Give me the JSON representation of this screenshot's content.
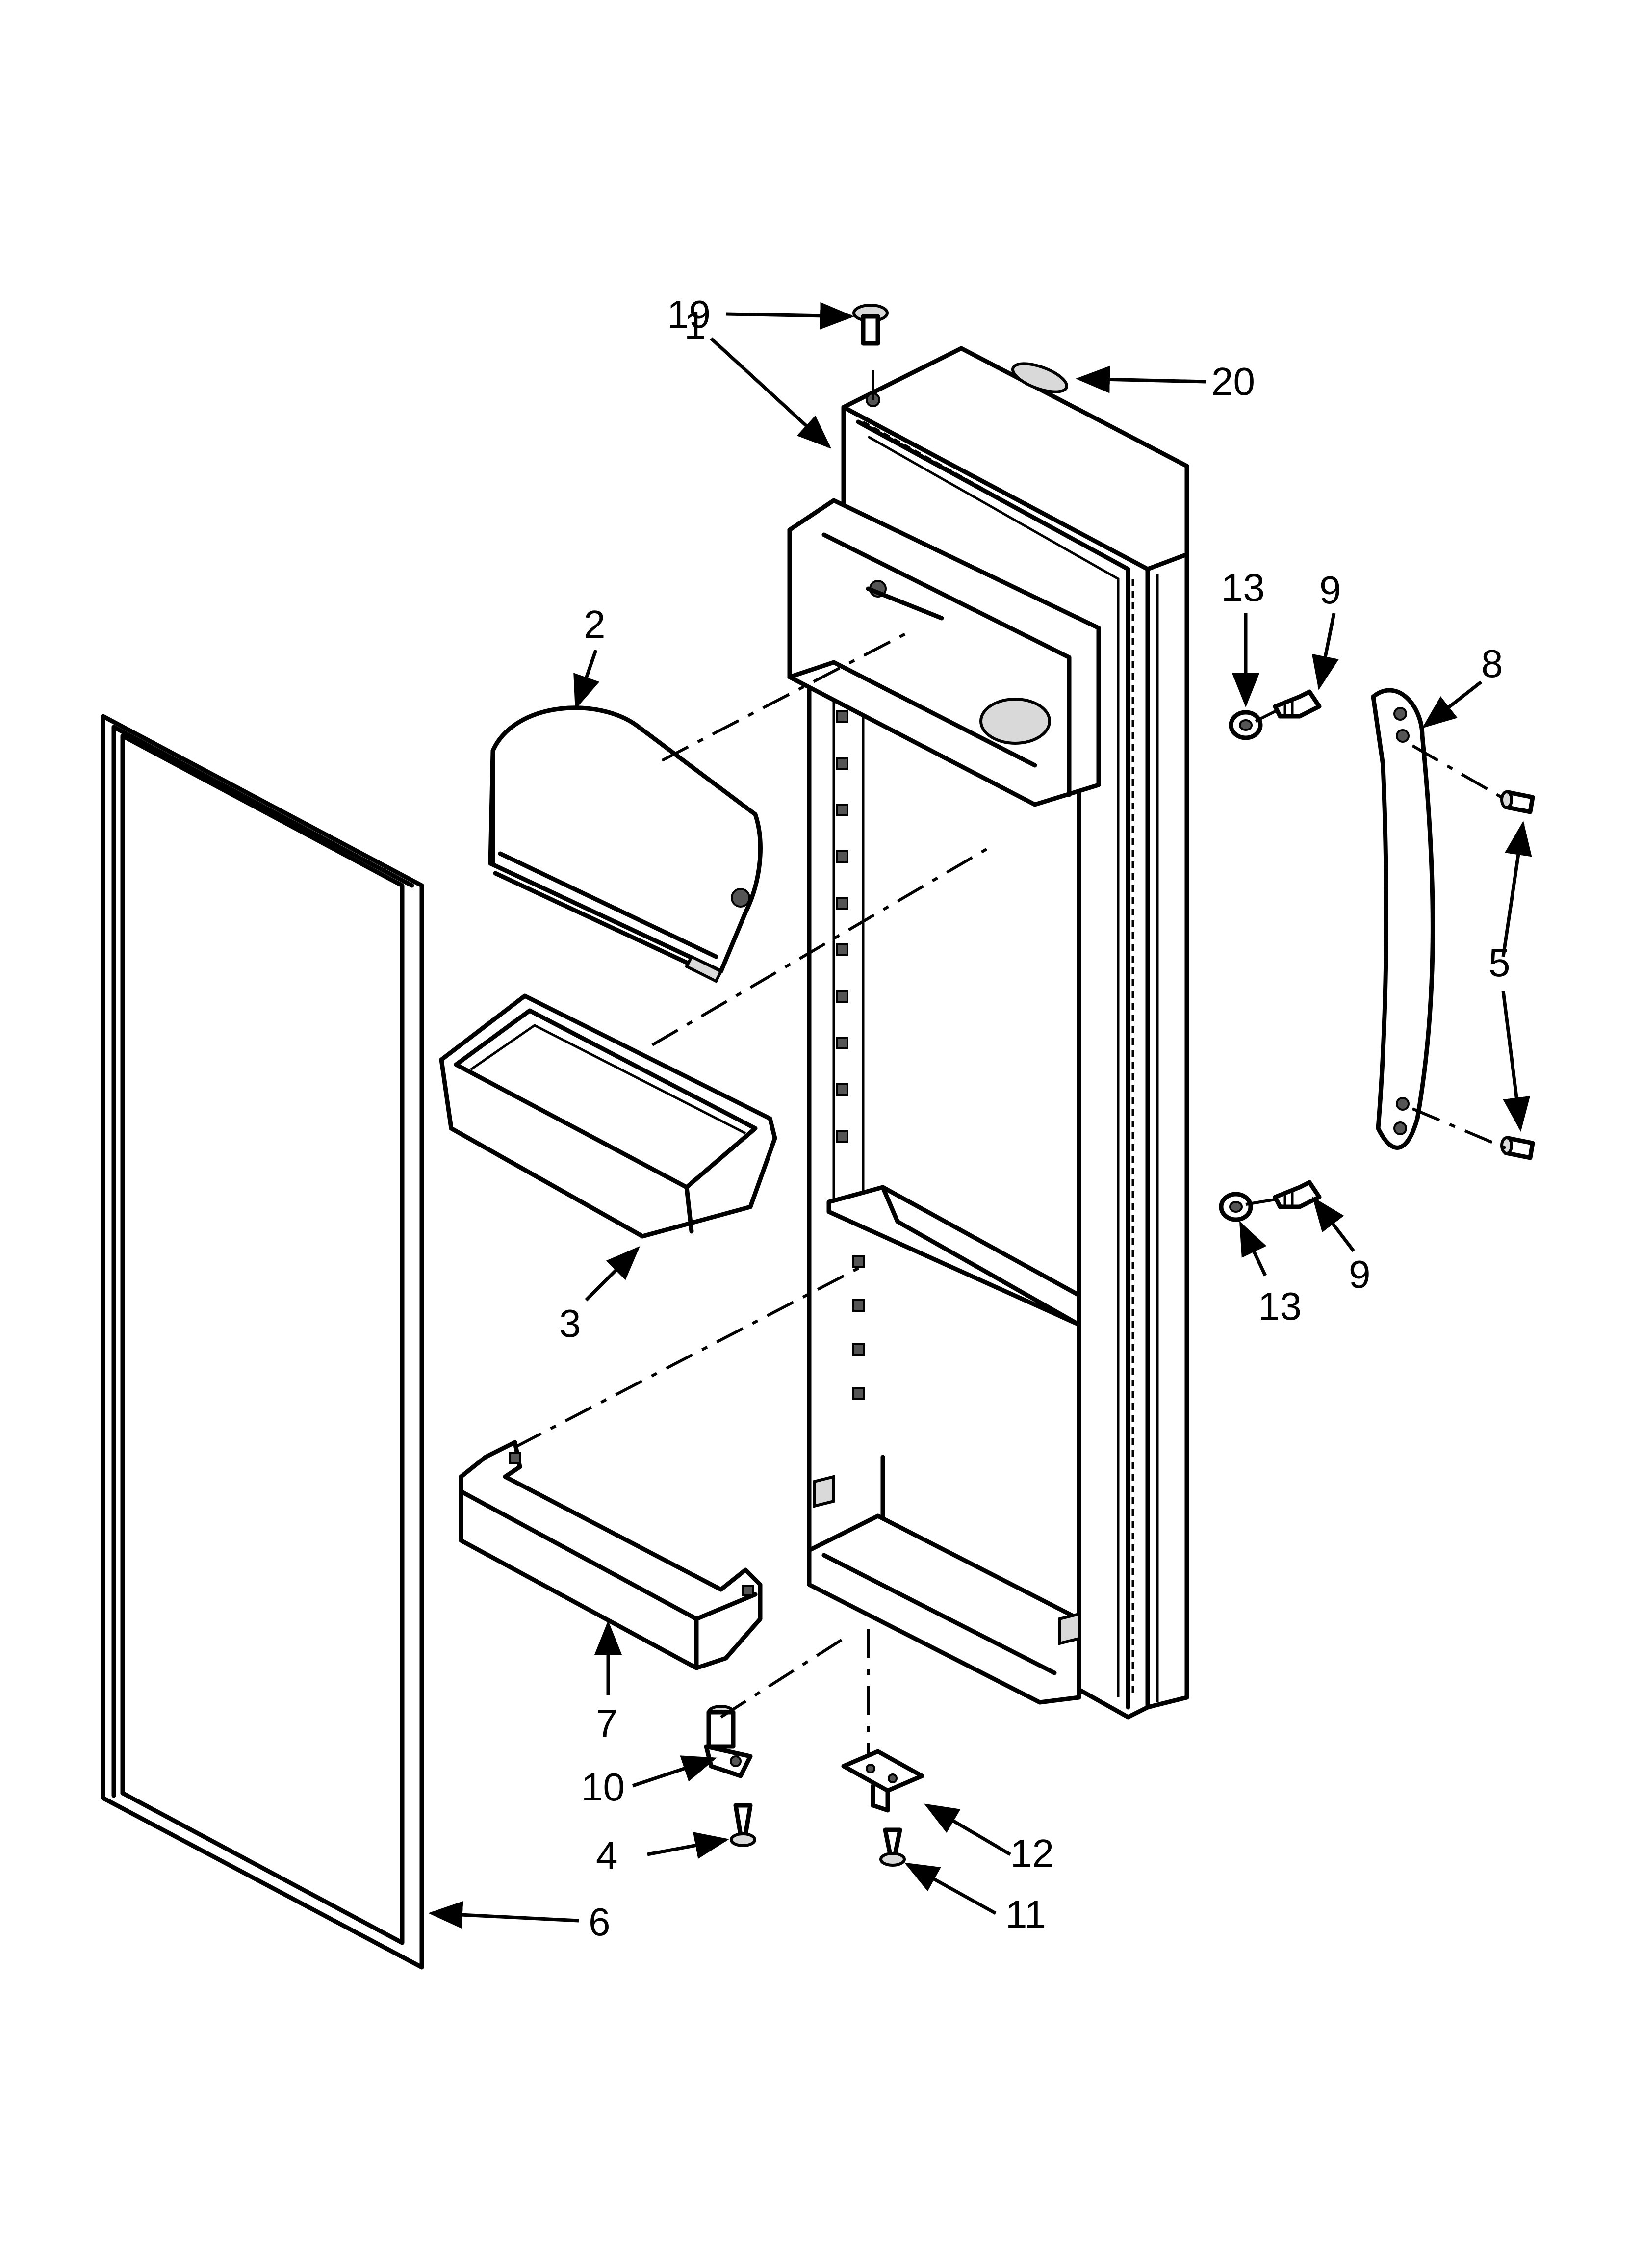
{
  "diagram": {
    "callouts": [
      {
        "id": "1",
        "text": "1"
      },
      {
        "id": "2",
        "text": "2"
      },
      {
        "id": "3",
        "text": "3"
      },
      {
        "id": "4",
        "text": "4"
      },
      {
        "id": "5",
        "text": "5"
      },
      {
        "id": "6",
        "text": "6"
      },
      {
        "id": "7",
        "text": "7"
      },
      {
        "id": "8",
        "text": "8"
      },
      {
        "id": "9a",
        "text": "9"
      },
      {
        "id": "9b",
        "text": "9"
      },
      {
        "id": "10",
        "text": "10"
      },
      {
        "id": "11",
        "text": "11"
      },
      {
        "id": "12",
        "text": "12"
      },
      {
        "id": "13a",
        "text": "13"
      },
      {
        "id": "13b",
        "text": "13"
      },
      {
        "id": "19",
        "text": "19"
      },
      {
        "id": "20",
        "text": "20"
      }
    ]
  }
}
